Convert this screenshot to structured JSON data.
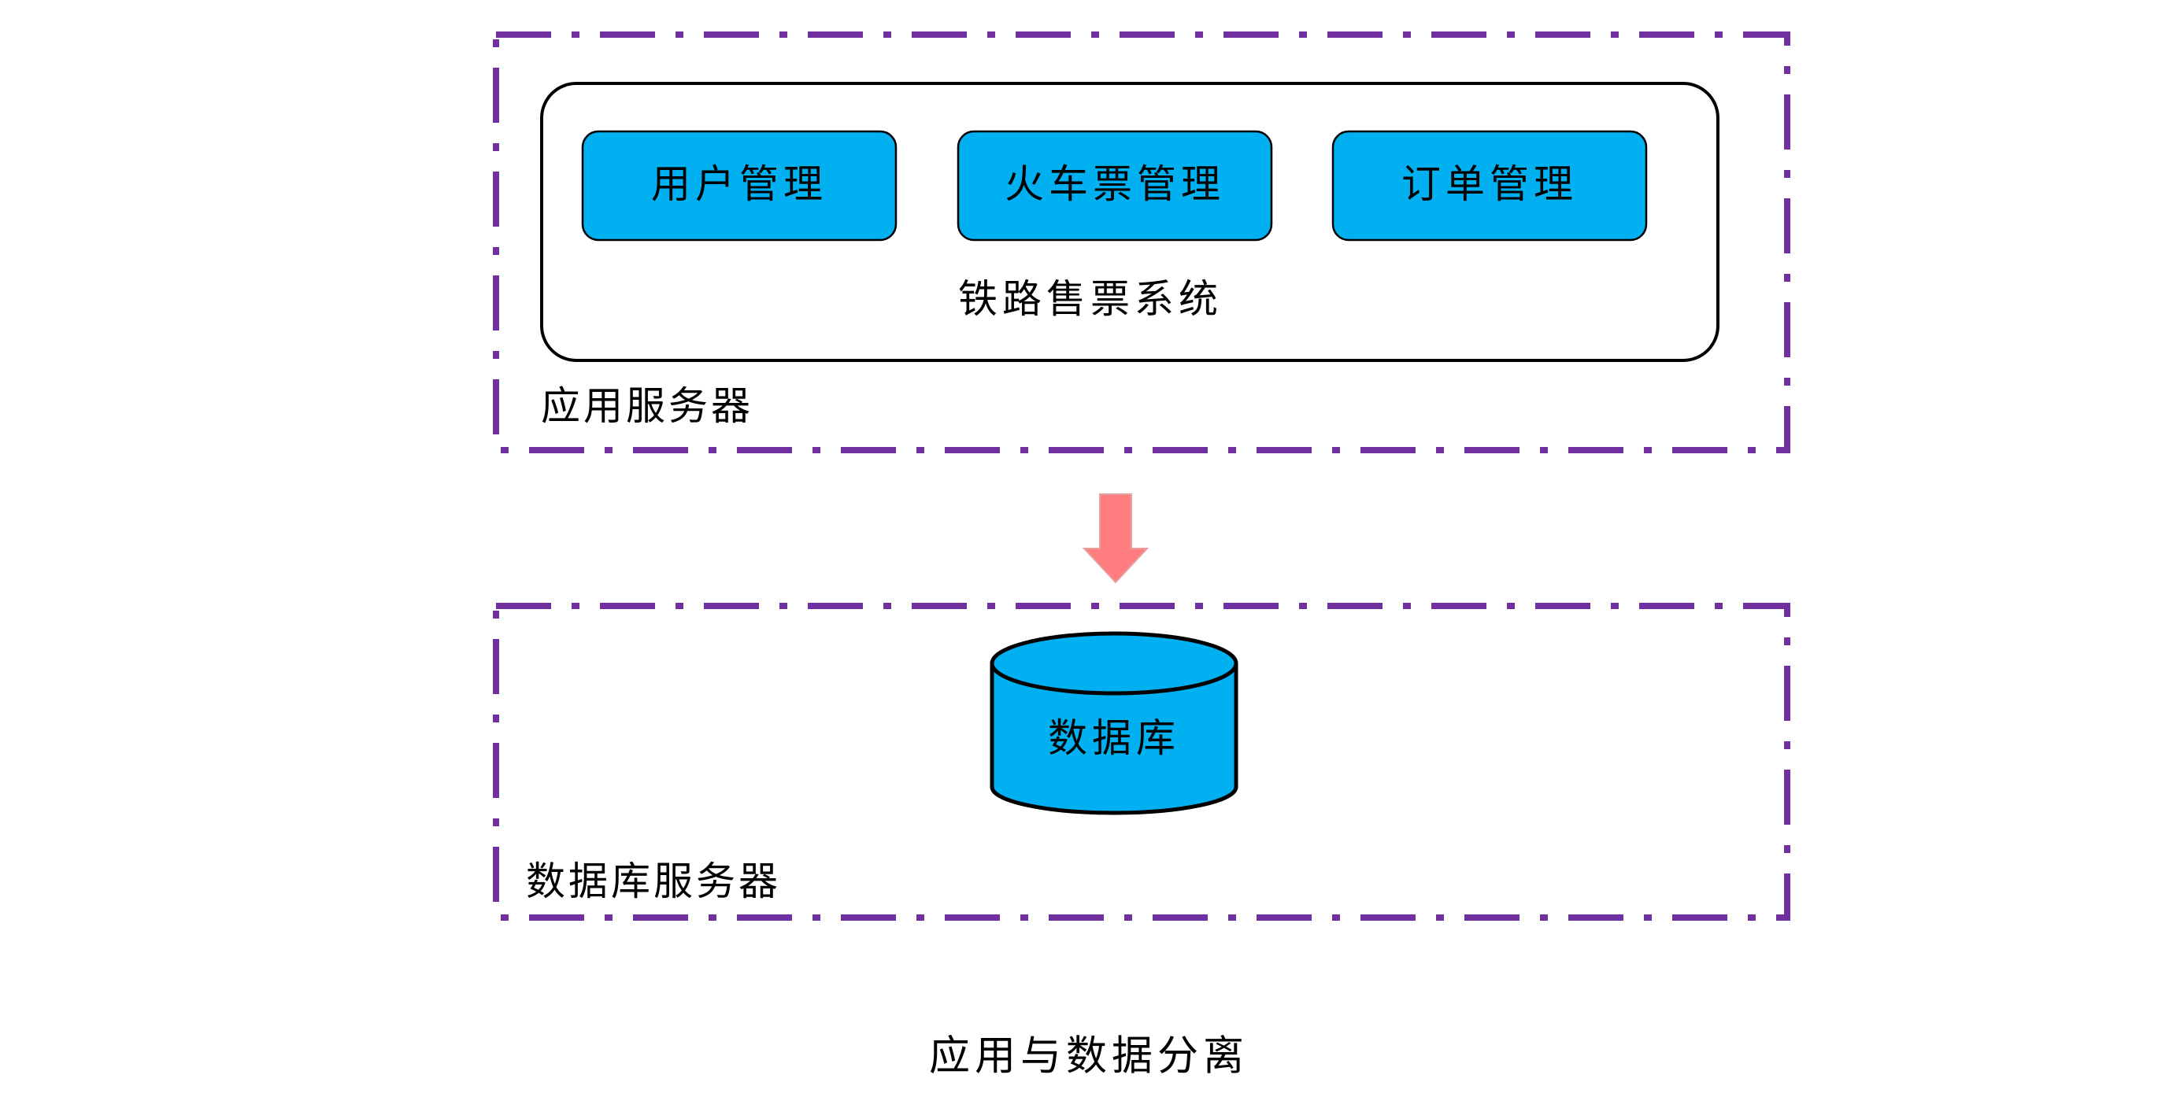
{
  "app_server": {
    "label": "应用服务器",
    "system": {
      "label": "铁路售票系统",
      "modules": [
        {
          "label": "用户管理"
        },
        {
          "label": "火车票管理"
        },
        {
          "label": "订单管理"
        }
      ]
    }
  },
  "db_server": {
    "label": "数据库服务器",
    "database": {
      "label": "数据库"
    }
  },
  "caption": "应用与数据分离",
  "colors": {
    "server_border": "#7030A0",
    "module_fill": "#00B0F0",
    "db_fill": "#00B0F0",
    "arrow_fill": "#FF7C80",
    "outline": "#000000"
  }
}
